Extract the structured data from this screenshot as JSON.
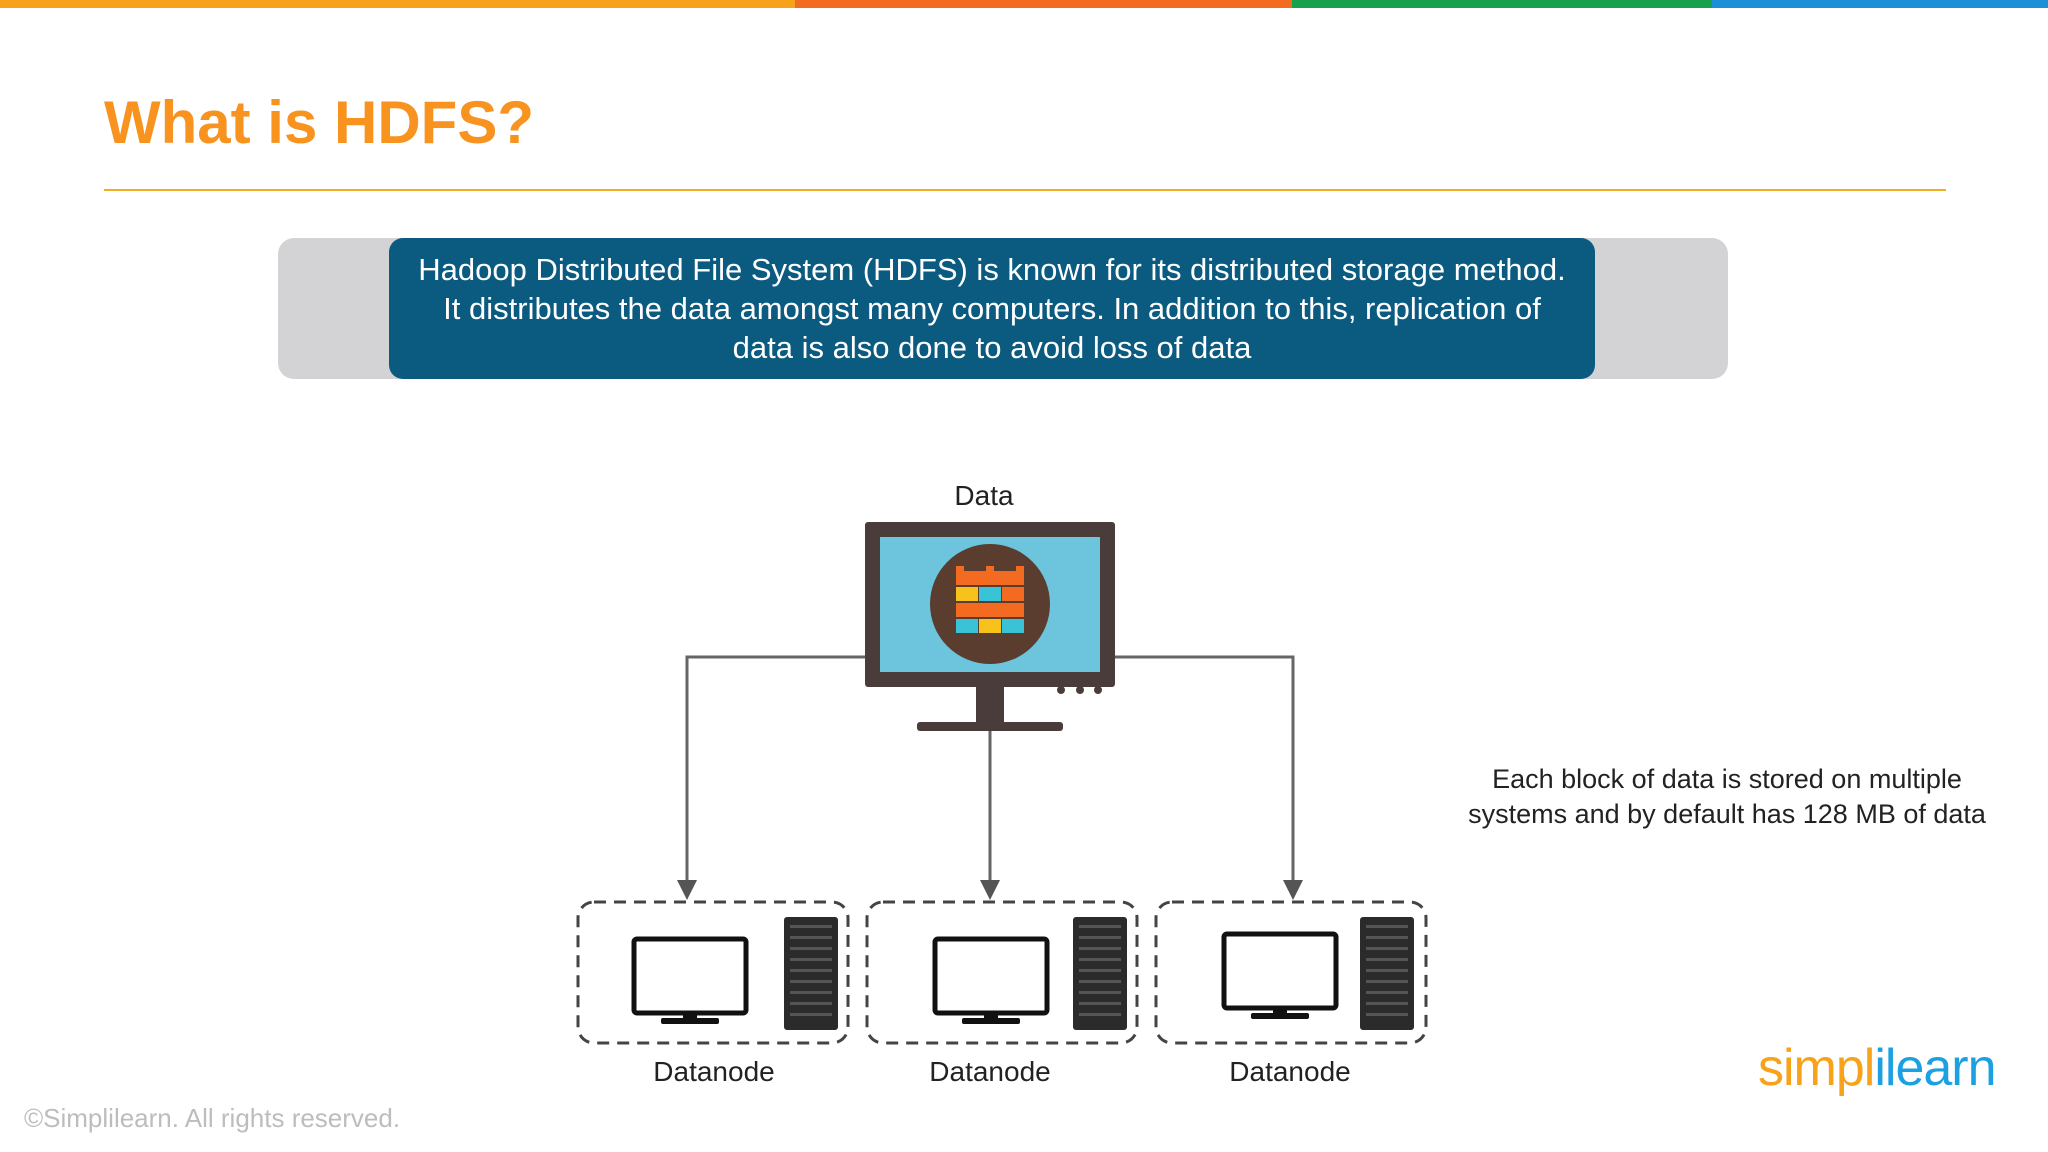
{
  "slide": {
    "title": "What is HDFS?",
    "definition_lines": [
      "Hadoop Distributed File System (HDFS) is known for its distributed storage method.",
      "It distributes the data amongst many computers. In addition to this, replication of",
      "data is also done to avoid loss of data"
    ],
    "colors": {
      "title": "#f7931e",
      "definition_bg": "#0b5a80",
      "top_bar": [
        "#f7a21b",
        "#f26b21",
        "#19a04b",
        "#1c8fd6"
      ]
    }
  },
  "diagram": {
    "source_label": "Data",
    "node_labels": [
      "Datanode",
      "Datanode",
      "Datanode"
    ],
    "note_lines": [
      "Each block of data is stored on multiple",
      "systems and by default has 128 MB of data"
    ]
  },
  "footer": {
    "copyright": "©Simplilearn. All rights reserved.",
    "logo_part1": "simpl",
    "logo_part2": "ilearn"
  }
}
